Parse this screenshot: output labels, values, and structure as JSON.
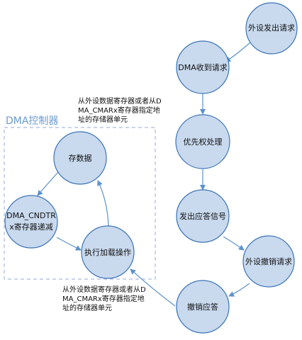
{
  "controller_title": "DMA控制器",
  "note_top": "从外设数据寄存器或者从D\nMA_CMARx寄存器指定地\n址的存储器单元",
  "note_bottom": "从外设数据寄存器或者从D\nMA_CMARx寄存器指定地\n址的存储器单元",
  "nodes": [
    {
      "id": "request",
      "lines": [
        "外设发出请求"
      ]
    },
    {
      "id": "dma-receive",
      "lines": [
        "DMA收到请求"
      ]
    },
    {
      "id": "priority",
      "lines": [
        "优先权处理"
      ]
    },
    {
      "id": "ack-signal",
      "lines": [
        "发出应答信号"
      ]
    },
    {
      "id": "cancel-request",
      "lines": [
        "外设撤销请求"
      ]
    },
    {
      "id": "cancel-ack",
      "lines": [
        "撤销应答"
      ]
    },
    {
      "id": "store",
      "lines": [
        "存数据"
      ]
    },
    {
      "id": "cndtr",
      "lines": [
        "DMA_CNDTR",
        "x寄存器递减"
      ]
    },
    {
      "id": "load",
      "lines": [
        "执行加载操作"
      ]
    }
  ],
  "colors": {
    "node_fill": "#c9d9ee",
    "node_stroke": "#3a74b5",
    "arrow": "#5b92cf",
    "dash": "#a9bbe1",
    "title": "#6a9bd3"
  }
}
